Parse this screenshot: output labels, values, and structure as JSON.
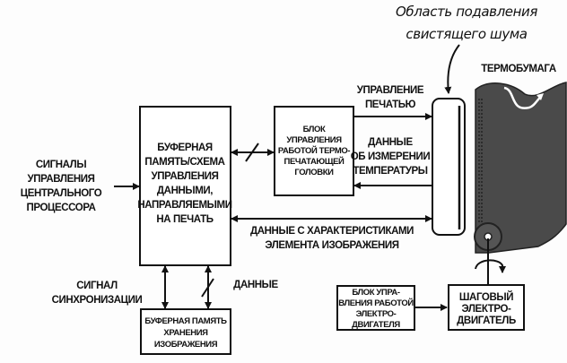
{
  "annotation": [
    "Область подавления",
    "свистящего шума"
  ],
  "labels": {
    "cpu_signals": [
      "СИГНАЛЫ",
      "УПРАВЛЕНИЯ",
      "ЦЕНТРАЛЬНОГО",
      "ПРОЦЕССОРА"
    ],
    "buffer_block": [
      "БУФЕРНАЯ",
      "ПАМЯТЬ/СХЕМА",
      "УПРАВЛЕНИЯ",
      "ДАННЫМИ,",
      "НАПРАВЛЯЕМЫМИ",
      "НА ПЕЧАТЬ"
    ],
    "head_control_block": [
      "БЛОК",
      "УПРАВЛЕНИЯ",
      "РАБОТОЙ ТЕРМО-",
      "ПЕЧАТАЮЩЕЙ",
      "ГОЛОВКИ"
    ],
    "print_control": [
      "УПРАВЛЕНИЕ",
      "ПЕЧАТЬЮ"
    ],
    "temperature_data": [
      "ДАННЫЕ",
      "ОБ ИЗМЕРЕНИИ",
      "ТЕМПЕРАТУРЫ"
    ],
    "pixel_data": [
      "ДАННЫЕ С ХАРАКТЕРИСТИКАМИ",
      "ЭЛЕМЕНТА ИЗОБРАЖЕНИЯ"
    ],
    "thermal_paper": "ТЕРМОБУМАГА",
    "sync_signal": [
      "СИГНАЛ",
      "СИНХРОНИЗАЦИИ"
    ],
    "data": "ДАННЫЕ",
    "image_buffer_block": [
      "БУФЕРНАЯ ПАМЯТЬ",
      "ХРАНЕНИЯ",
      "ИЗОБРАЖЕНИЯ"
    ],
    "motor_control_block": [
      "БЛОК УПРА-",
      "ВЛЕНИЯ РАБОТОЙ",
      "ЭЛЕКТРО-",
      "ДВИГАТЕЛЯ"
    ],
    "stepper_motor_block": [
      "ШАГОВЫЙ",
      "ЭЛЕКТРО-",
      "ДВИГАТЕЛЬ"
    ]
  }
}
